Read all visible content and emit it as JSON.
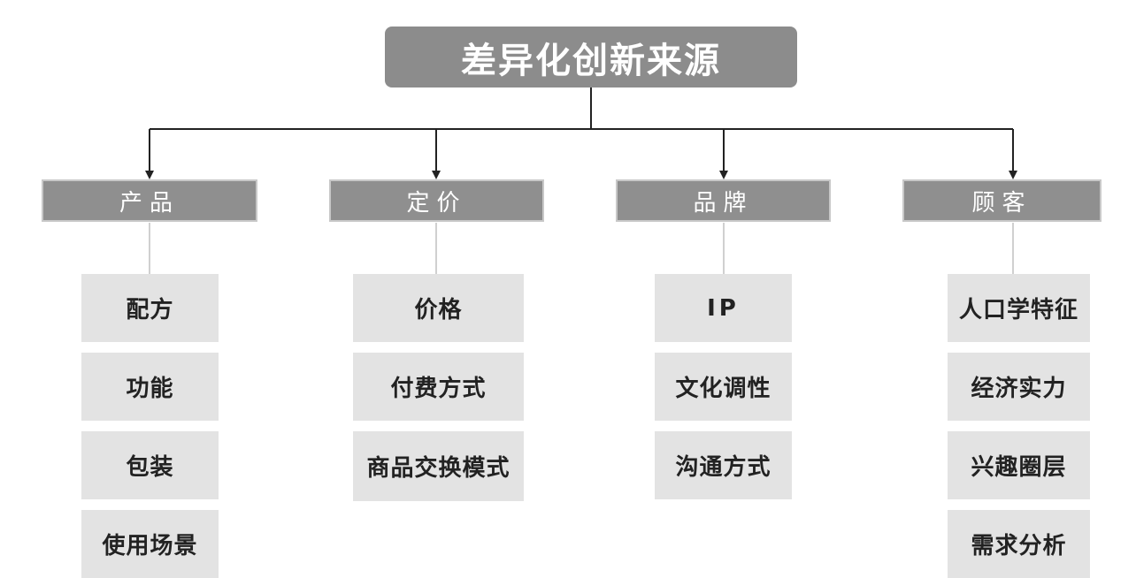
{
  "root": {
    "title": "差异化创新来源"
  },
  "categories": [
    {
      "label": "产品",
      "items": [
        "配方",
        "功能",
        "包装",
        "使用场景"
      ]
    },
    {
      "label": "定价",
      "items": [
        "价格",
        "付费方式",
        "商品交换模式"
      ]
    },
    {
      "label": "品牌",
      "items": [
        "IP",
        "文化调性",
        "沟通方式"
      ]
    },
    {
      "label": "顾客",
      "items": [
        "人口学特征",
        "经济实力",
        "兴趣圈层",
        "需求分析"
      ]
    }
  ],
  "colors": {
    "root_fill": "#8c8c8c",
    "category_fill": "#8f8f8f",
    "leaf_fill": "#e3e3e3",
    "connector": "#222222",
    "leaf_connector": "#c0c0c0"
  }
}
